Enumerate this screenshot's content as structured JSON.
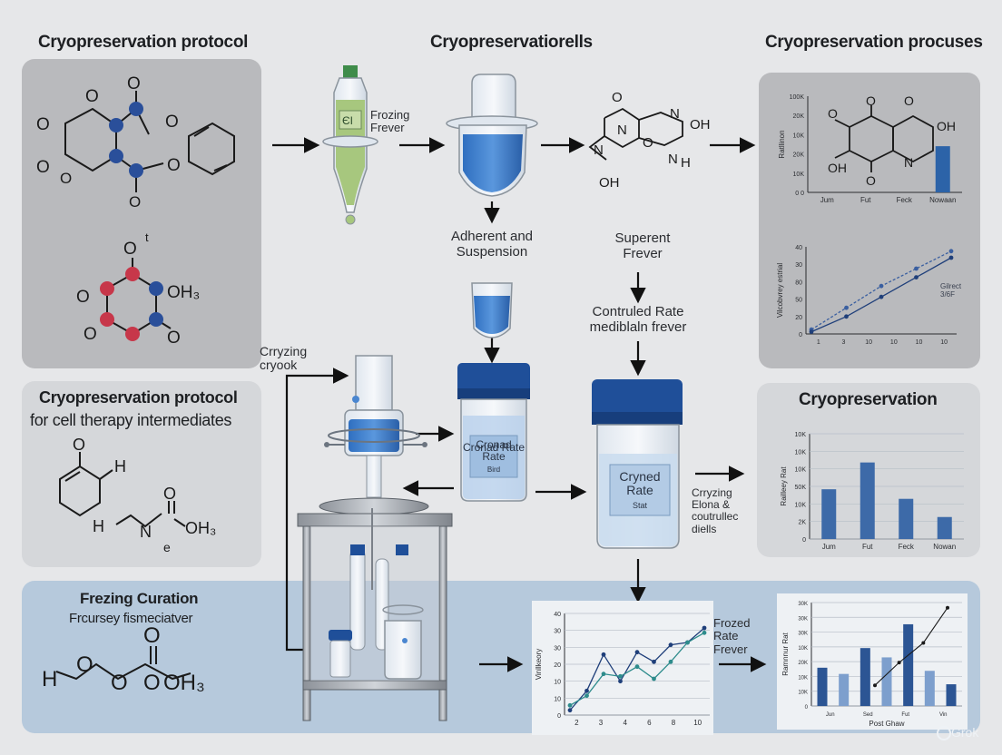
{
  "titles": {
    "top_left": "Cryopreservation protocol",
    "top_center": "Cryopreservatiorells",
    "top_right": "Cryopreservation procuses",
    "mid_left_line1": "Cryopreservation protocol",
    "mid_left_line2": "for cell therapy intermediates",
    "mid_right": "Cryopreservation",
    "bottom_left": "Frezing Curation",
    "bottom_left_sub": "Frcursey fismeciatver"
  },
  "labels": {
    "vial": "Frozing\nFrever",
    "vial_tag": "ЄI",
    "adherent": "Adherent and\nSuspension",
    "superent": "Superent\nFrever",
    "controlled": "Contruled Rate\nmediblaln frever",
    "crying": "Crryzing\ncryook",
    "jar_left": "Cronad\nRate",
    "jar_left_sub": "Bird",
    "jar_right": "Cryned\nRate",
    "jar_right_sub": "Stat",
    "crying_flow": "Crryzing\nElona &\ncoutrullec\ndiells",
    "frozed": "Frozed\nRate\nFrever",
    "watermark": "Grok"
  },
  "molecules": {
    "ring1": [
      "O",
      "O",
      "O",
      "O",
      "O"
    ],
    "ring2": [
      "O",
      "OH₃",
      "O",
      "O",
      "O"
    ],
    "ring2_top": "O",
    "ring2_t": "t",
    "flow_mol": [
      "O",
      "N",
      "OH",
      "N",
      "O",
      "N",
      "N",
      "H",
      "OH"
    ],
    "tr_mol": [
      "O",
      "O",
      "OH",
      "OH",
      "O",
      "N"
    ],
    "ml_mol": [
      "O",
      "H",
      "H",
      "N",
      "O",
      "OH₃",
      "e"
    ],
    "bl_mol": [
      "H",
      "O",
      "O",
      "O",
      "OH₃"
    ]
  },
  "colors": {
    "panel": "#b9babd",
    "chart_panel": "#d5d7da",
    "bottom_band": "#b6c9dc",
    "accent_blue": "#2c63a8",
    "dark_blue": "#1f3f7a",
    "green_liquid": "#a7c77e",
    "red_atom": "#c7374a",
    "text": "#1d1f22"
  },
  "chart_data": [
    {
      "type": "bar",
      "title": "",
      "ylabel": "Ratllinon",
      "yticks": [
        "100K",
        "20K",
        "10K",
        "20K",
        "10K",
        "0 0"
      ],
      "categories": [
        "Jum",
        "Fut",
        "Feck",
        "Nowaan"
      ],
      "values": [
        0,
        0,
        0,
        48
      ],
      "ylim": [
        0,
        100
      ]
    },
    {
      "type": "line",
      "title": "",
      "ylabel": "Vilcobvrey estrial",
      "yticks": [
        "40",
        "30",
        "80",
        "50",
        "20",
        "0"
      ],
      "x": [
        "1",
        "3",
        "10",
        "10",
        "10",
        "10"
      ],
      "annotation": "Gilrect\n3/6F",
      "series": [
        {
          "values": [
            2,
            12,
            22,
            30,
            38
          ]
        },
        {
          "values": [
            1,
            8,
            17,
            26,
            35
          ]
        }
      ],
      "ylim": [
        0,
        40
      ]
    },
    {
      "type": "bar",
      "title": "",
      "ylabel": "Railleey Rat",
      "yticks": [
        "10K",
        "10K",
        "10K",
        "50K",
        "10K",
        "2K",
        "0"
      ],
      "categories": [
        "Jum",
        "Fut",
        "Feck",
        "Nowan"
      ],
      "values": [
        52,
        80,
        42,
        23
      ],
      "ylim": [
        0,
        110
      ]
    },
    {
      "type": "line",
      "title": "",
      "ylabel": "Vinllkeory",
      "yticks": [
        "40",
        "30",
        "30",
        "20",
        "10",
        "10",
        "0"
      ],
      "x": [
        "2",
        "3",
        "4",
        "6",
        "8",
        "10"
      ],
      "series": [
        {
          "values": [
            2,
            10,
            25,
            14,
            26,
            22,
            29,
            30,
            36
          ]
        },
        {
          "values": [
            4,
            8,
            17,
            16,
            20,
            15,
            22,
            30,
            34
          ]
        }
      ],
      "ylim": [
        0,
        42
      ]
    },
    {
      "type": "bar",
      "title": "",
      "ylabel": "Ramnnur Rat",
      "xlabel": "Post Ghaw",
      "yticks": [
        "30K",
        "30K",
        "30K",
        "10K",
        "20K",
        "10K",
        "10K",
        "0"
      ],
      "categories": [
        "Jun",
        "Sed",
        "Fut",
        "Vin"
      ],
      "values": [
        37,
        31,
        56,
        47,
        79,
        34,
        21
      ],
      "line": [
        20,
        42,
        61,
        95
      ],
      "ylim": [
        0,
        100
      ]
    }
  ]
}
